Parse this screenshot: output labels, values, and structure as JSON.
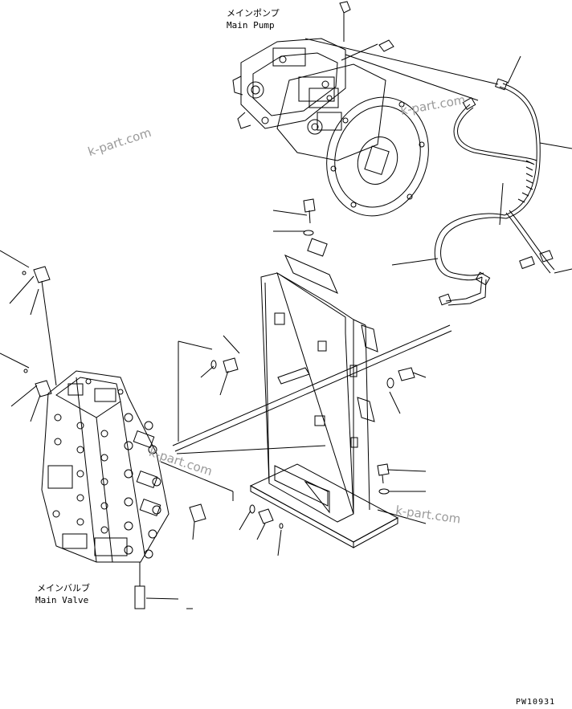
{
  "labels": {
    "main_pump_jp": "メインポンプ",
    "main_pump_en": "Main Pump",
    "main_valve_jp": "メインバルブ",
    "main_valve_en": "Main Valve",
    "drawing_code": "PW10931"
  },
  "watermark": {
    "text": "k-part.com",
    "color": "#9a9a9a"
  },
  "colors": {
    "line": "#000000",
    "background": "#ffffff"
  }
}
